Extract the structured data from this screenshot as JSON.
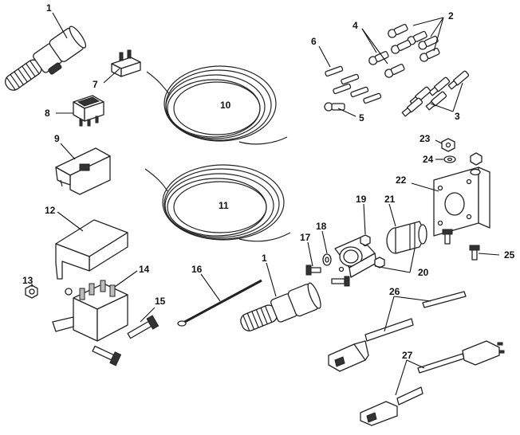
{
  "diagram": {
    "callouts": {
      "c1_top": "1",
      "c1_bottom": "1",
      "c2": "2",
      "c3": "3",
      "c4": "4",
      "c5": "5",
      "c6": "6",
      "c7": "7",
      "c8": "8",
      "c9": "9",
      "c10": "10",
      "c11": "11",
      "c12": "12",
      "c13": "13",
      "c14": "14",
      "c15": "15",
      "c16": "16",
      "c17": "17",
      "c18": "18",
      "c19": "19",
      "c20": "20",
      "c21": "21",
      "c22": "22",
      "c23": "23",
      "c24": "24",
      "c25": "25",
      "c26": "26",
      "c27": "27"
    }
  }
}
